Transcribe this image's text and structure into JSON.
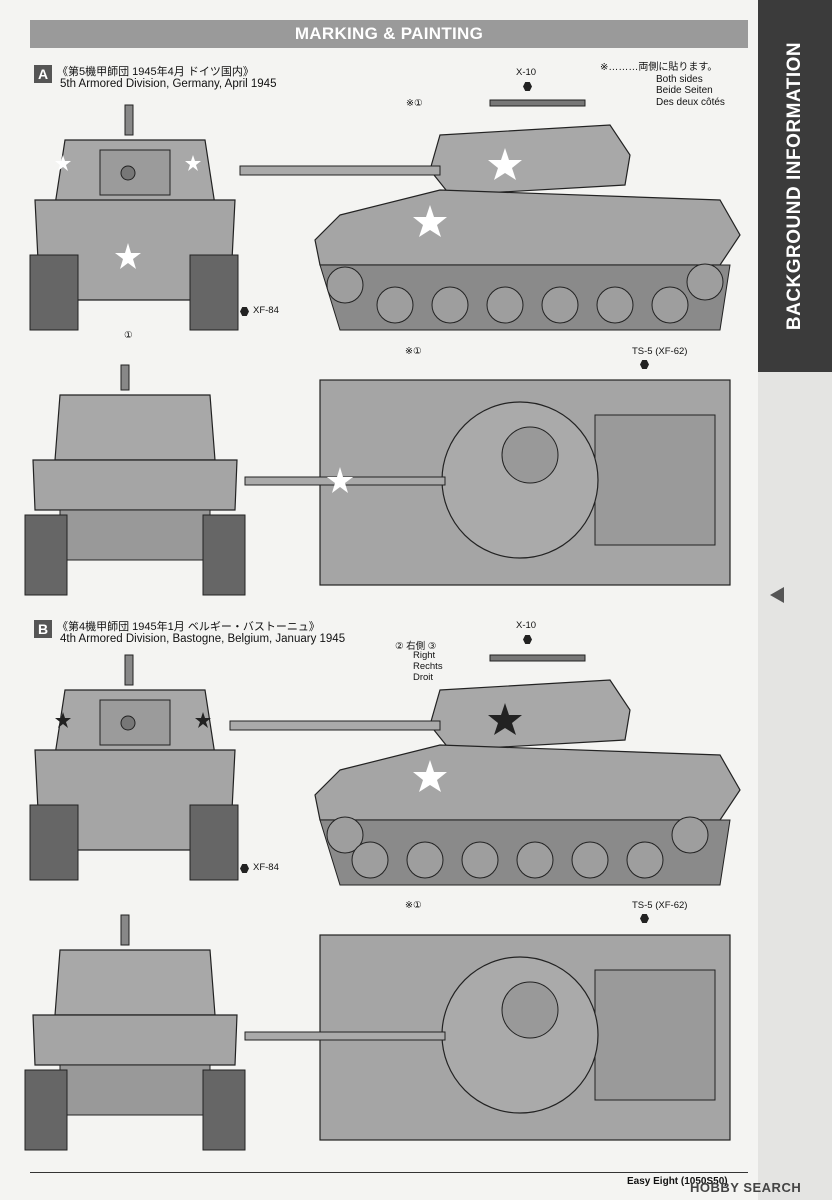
{
  "header": {
    "title": "MARKING & PAINTING"
  },
  "side_tab": {
    "label": "BACKGROUND INFORMATION"
  },
  "legend": {
    "both_sides_jp": "※………両側に貼ります。",
    "both_sides_en": "Both sides",
    "both_sides_de": "Beide Seiten",
    "both_sides_fr": "Des deux côtés"
  },
  "sections": [
    {
      "letter": "A",
      "title_jp": "《第5機甲師団 1945年4月 ドイツ国内》",
      "title_en": "5th Armored Division, Germany, April 1945",
      "mg_code": "X-10",
      "track_code": "XF-84",
      "top_code": "TS-5 (XF-62)",
      "mark_turret": "※①",
      "mark_hull": "※①",
      "mark_front": "①"
    },
    {
      "letter": "B",
      "title_jp": "《第4機甲師団 1945年1月 ベルギー・バストーニュ》",
      "title_en": "4th Armored Division, Bastogne, Belgium, January 1945",
      "mg_code": "X-10",
      "track_code": "XF-84",
      "top_code": "TS-5 (XF-62)",
      "mark_turret_nums": "②  右側  ③",
      "right_en": "Right",
      "right_de": "Rechts",
      "right_fr": "Droit",
      "mark_hull": "※①"
    }
  ],
  "footer": {
    "text": "Easy Eight (1050S50)",
    "watermark": "HOBBY SEARCH"
  }
}
